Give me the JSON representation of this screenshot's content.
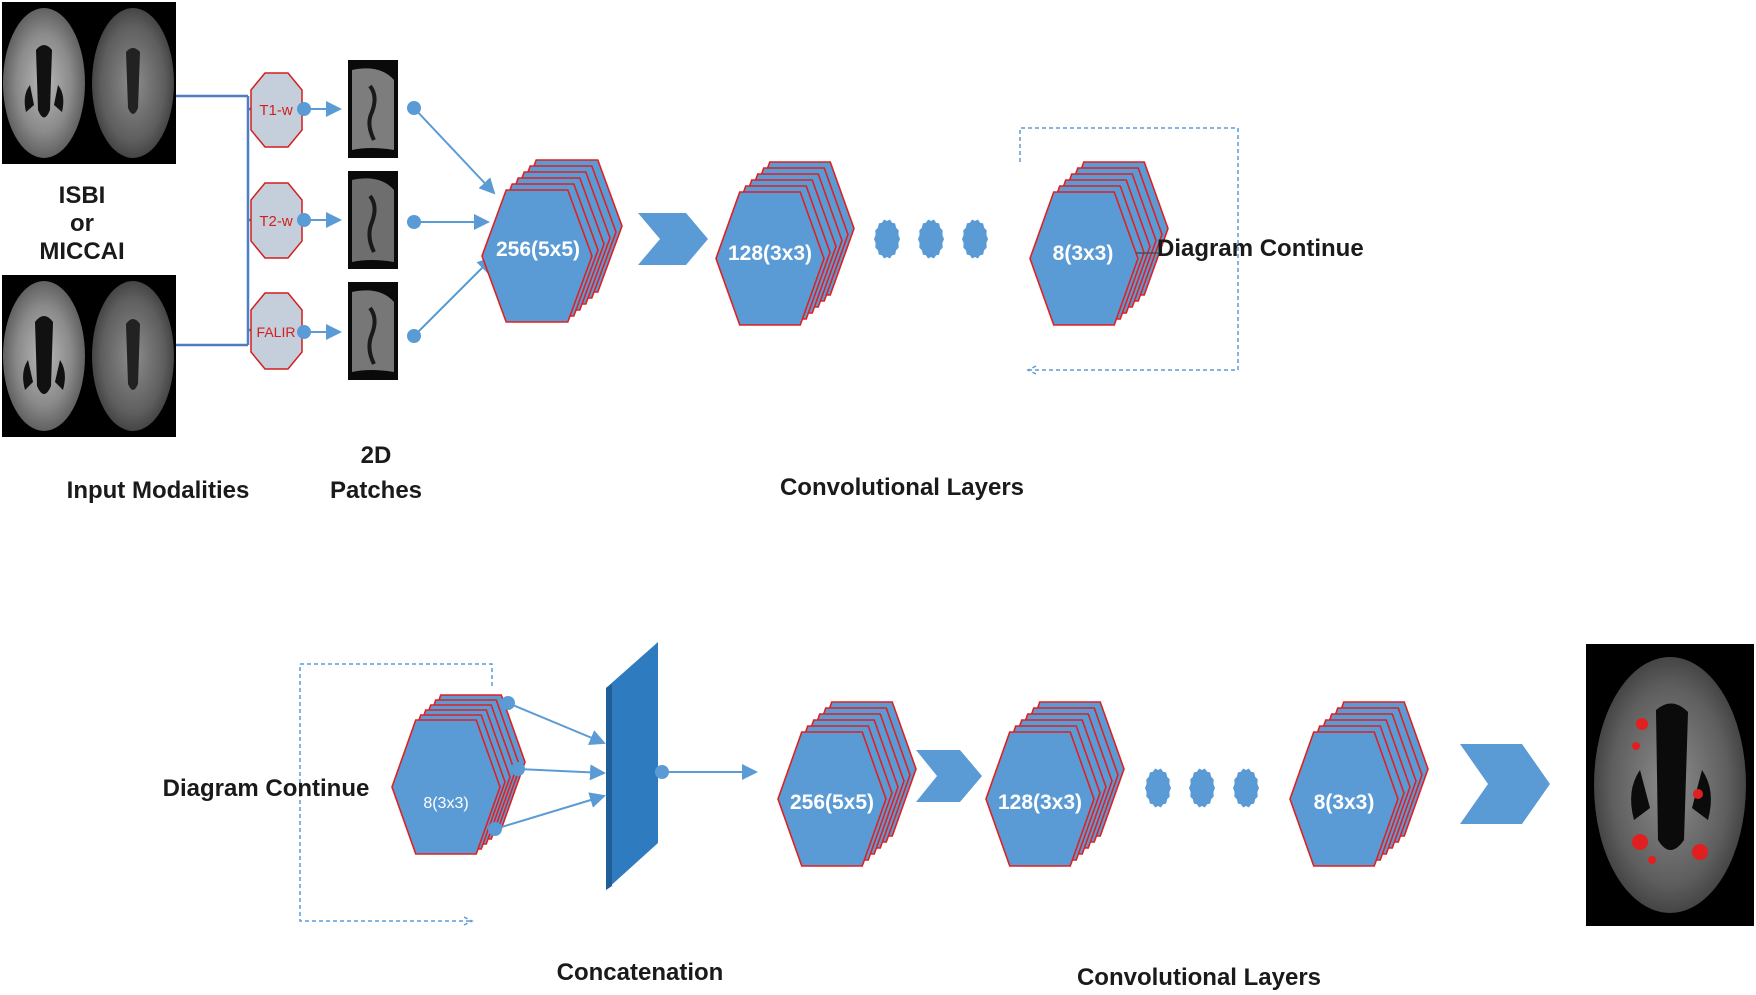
{
  "dataset_label": [
    "ISBI",
    "or",
    "MICCAI"
  ],
  "input_modalities_label": "Input Modalities",
  "patches_label": [
    "2D",
    "Patches"
  ],
  "modalities": [
    "T1-w",
    "T2-w",
    "FALIR"
  ],
  "top_row": {
    "layers": [
      "256(5x5)",
      "128(3x3)",
      "8(3x3)"
    ],
    "continue_label": "Diagram Continue",
    "section_label": "Convolutional Layers"
  },
  "bottom_row": {
    "continue_label": "Diagram Continue",
    "input_layer": "8(3x3)",
    "concat_label": "Concatenation",
    "layers": [
      "256(5x5)",
      "128(3x3)",
      "8(3x3)"
    ],
    "section_label": "Convolutional Layers"
  },
  "colors": {
    "layer_fill": "#5b9bd5",
    "layer_border": "#e02020",
    "arrow": "#5b9bd5",
    "concat": "#2e7bbf",
    "modality_fill": "#c5cfdc",
    "lesion": "#e02020"
  }
}
